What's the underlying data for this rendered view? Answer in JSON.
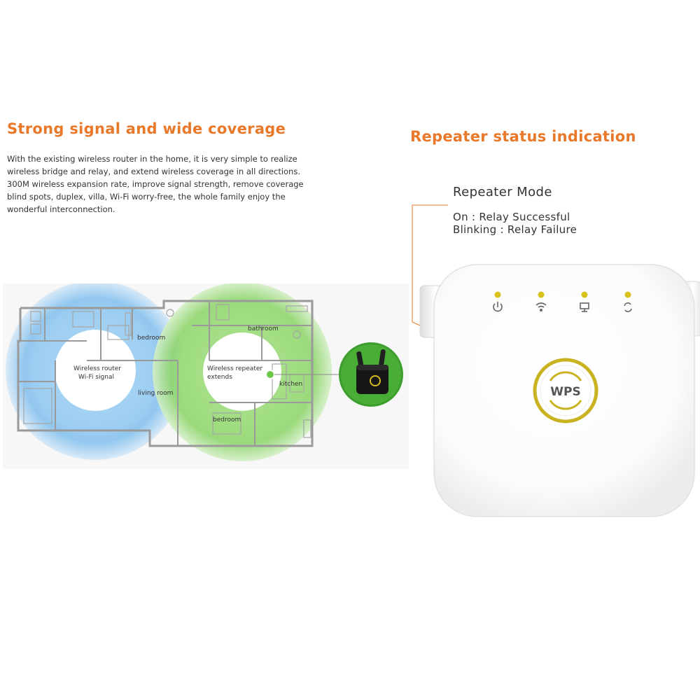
{
  "left": {
    "heading": "Strong signal and wide coverage",
    "paragraph_lines": [
      "With the existing wireless router in the home, it is very simple to realize",
      "wireless bridge and relay, and extend wireless coverage in all directions.",
      "300M wireless expansion rate, improve signal strength, remove coverage",
      "blind spots, duplex, villa, Wi-Fi worry-free, the whole family enjoy the",
      "wonderful interconnection."
    ]
  },
  "floorplan": {
    "rooms": {
      "bedroom_top": "bedroom",
      "bathroom": "bathroom",
      "living_room": "living room",
      "kitchen": "kitchen",
      "bedroom_bottom": "bedroom"
    },
    "router_zone": {
      "line1": "Wireless router",
      "line2": "Wi-Fi signal",
      "color": "#8cc4ee"
    },
    "repeater_zone": {
      "line1": "Wireless repeater",
      "line2": "extends",
      "color": "#8fd56d"
    }
  },
  "right": {
    "heading": "Repeater status indication",
    "mode_title": "Repeater Mode",
    "mode_on": "On : Relay Successful",
    "mode_blinking": "Blinking : Relay Failure",
    "wps_label": "WPS",
    "indicators": [
      "power-icon",
      "wifi-icon",
      "monitor-icon",
      "relay-icon"
    ]
  },
  "colors": {
    "accent_orange": "#e8782a",
    "led_yellow": "#d9c21c",
    "wps_ring": "#c9b322"
  }
}
